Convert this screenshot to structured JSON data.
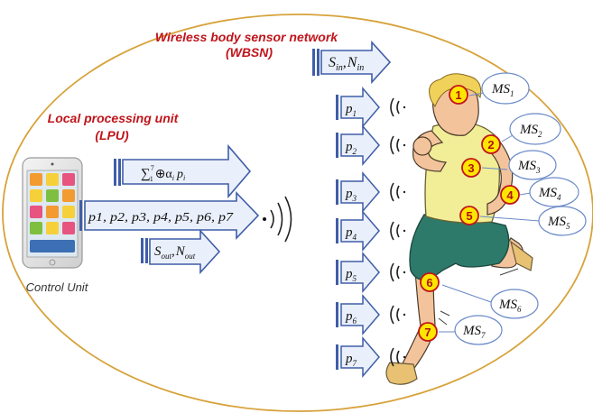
{
  "wbsn": {
    "title_line1": "Wireless body sensor network",
    "title_line2": "(WBSN)"
  },
  "lpu": {
    "title_line1": "Local processing unit",
    "title_line2_open": "(",
    "title_line2_abbr": "LPU",
    "title_line2_close": ")"
  },
  "control_unit_label": "Control Unit",
  "arrows": {
    "s_in": {
      "s": "S",
      "s_sub": "in",
      "sep": ",",
      "n": "N",
      "n_sub": "in"
    },
    "sum": {
      "sigma": "∑",
      "sup": "7",
      "sub": "1",
      "rest": "⊕α",
      "i1": "i",
      "p": "p",
      "i2": "i"
    },
    "bundle_label": "p1, p2, p3, p4, p5, p6, p7",
    "s_out": {
      "s": "S",
      "s_sub": "out",
      "sep": ",",
      "n": "N",
      "n_sub": "out"
    }
  },
  "sensor_arrows": [
    {
      "p": "p",
      "sub": "1"
    },
    {
      "p": "p",
      "sub": "2"
    },
    {
      "p": "p",
      "sub": "3"
    },
    {
      "p": "p",
      "sub": "4"
    },
    {
      "p": "p",
      "sub": "5"
    },
    {
      "p": "p",
      "sub": "6"
    },
    {
      "p": "p",
      "sub": "7"
    }
  ],
  "sensor_badges": [
    "1",
    "2",
    "3",
    "4",
    "5",
    "6",
    "7"
  ],
  "ms_callouts": [
    {
      "ms": "MS",
      "sub": "1"
    },
    {
      "ms": "MS",
      "sub": "2"
    },
    {
      "ms": "MS",
      "sub": "3"
    },
    {
      "ms": "MS",
      "sub": "4"
    },
    {
      "ms": "MS",
      "sub": "5"
    },
    {
      "ms": "MS",
      "sub": "6"
    },
    {
      "ms": "MS",
      "sub": "7"
    }
  ],
  "colors": {
    "title_red": "#c0151b",
    "ellipse_stroke": "#d7a23a",
    "arrow_fill": "#eaf0fb",
    "arrow_stroke": "#3f5da8",
    "badge_fill": "#ffe600",
    "badge_stroke": "#c0151b"
  }
}
